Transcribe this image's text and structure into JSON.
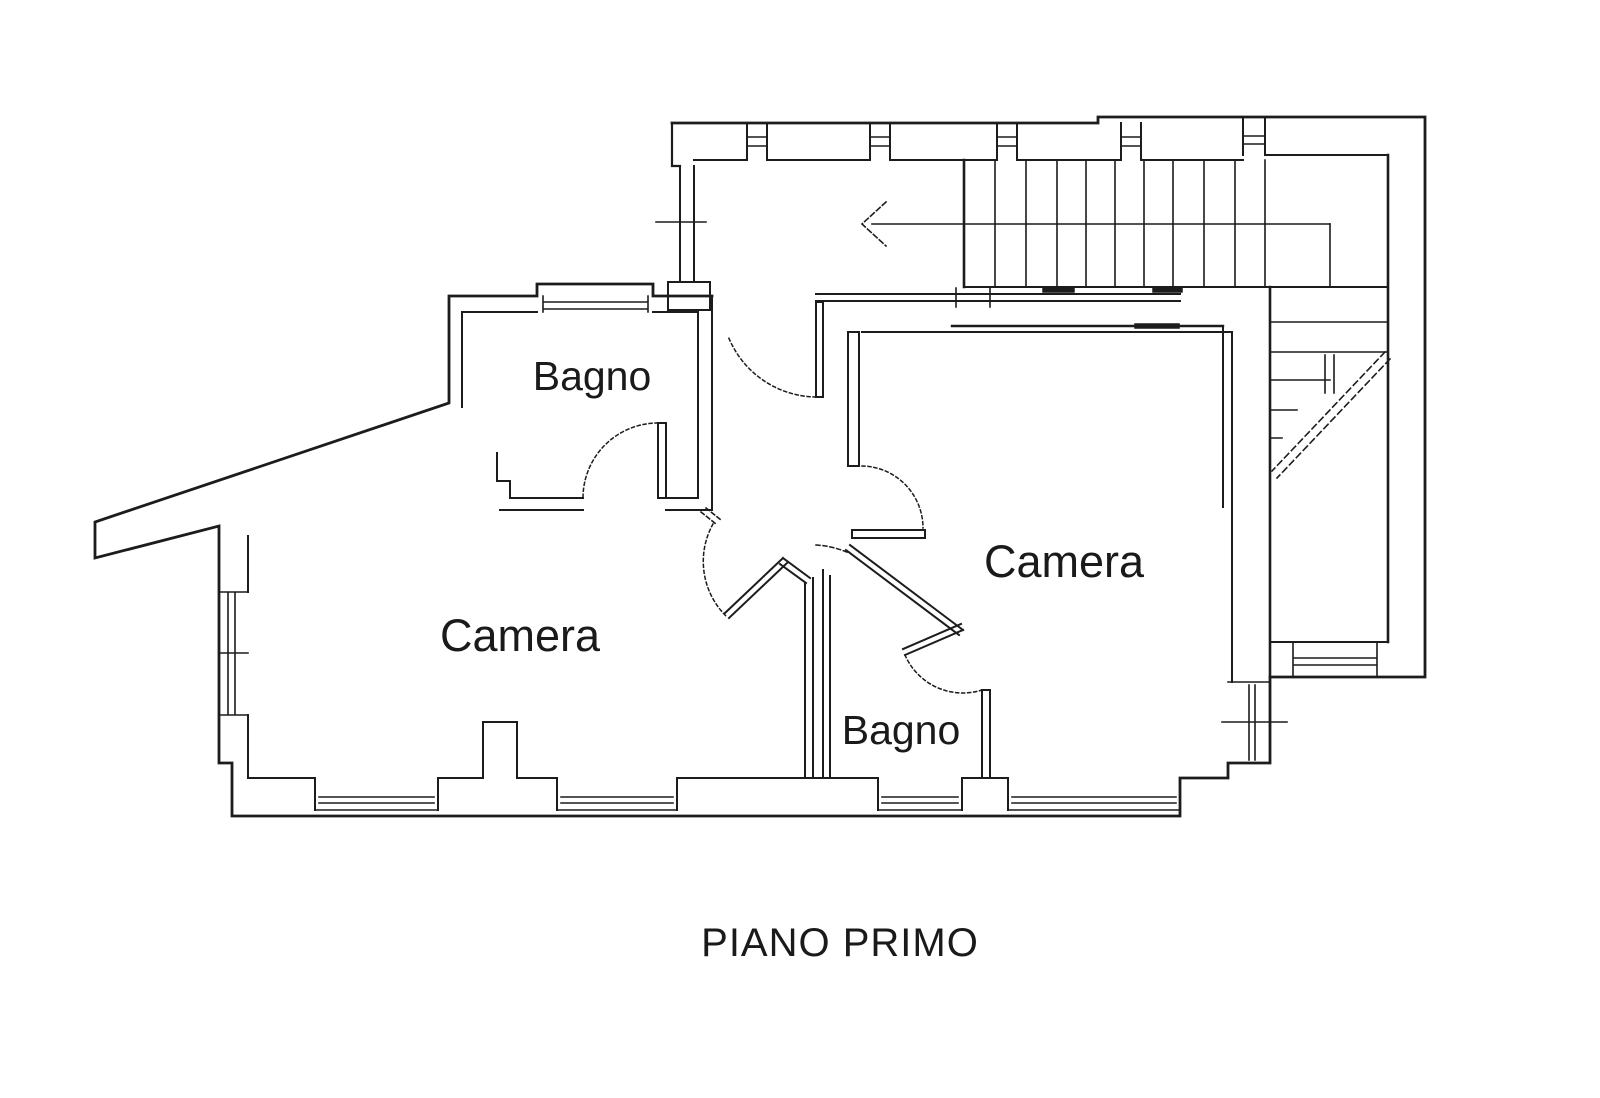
{
  "meta": {
    "background_color": "#ffffff",
    "line_color": "#1c1c1c",
    "drawing_type": "floor-plan"
  },
  "title": {
    "text": "PIANO PRIMO"
  },
  "rooms": [
    {
      "id": "bagno-top",
      "label": "Bagno"
    },
    {
      "id": "camera-left",
      "label": "Camera"
    },
    {
      "id": "camera-right",
      "label": "Camera"
    },
    {
      "id": "bagno-bottom",
      "label": "Bagno"
    }
  ]
}
